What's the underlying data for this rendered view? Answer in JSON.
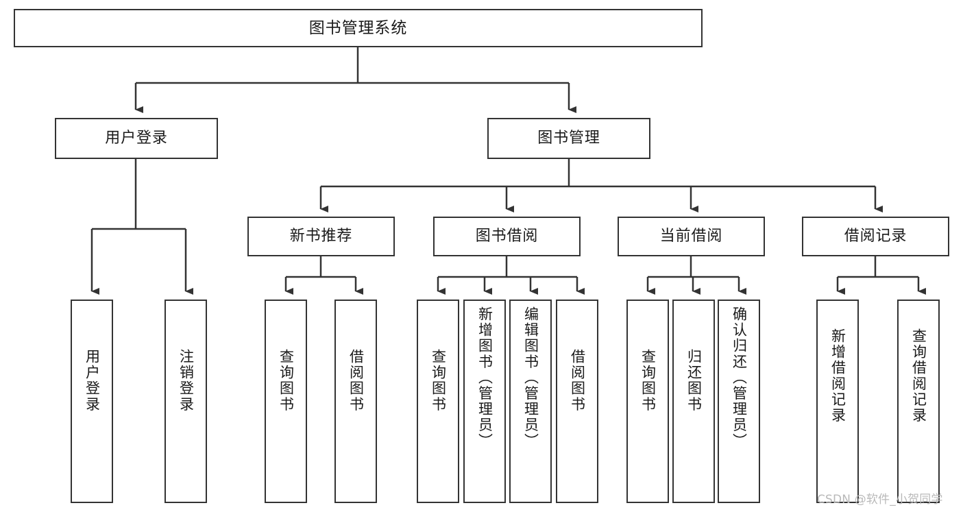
{
  "diagram": {
    "type": "hierarchy-tree",
    "title": "图书管理系统",
    "watermark": "CSDN @软件_小贺同学",
    "colors": {
      "box_border": "#333333",
      "box_fill": "#ffffff",
      "connector": "#333333",
      "text": "#1a1a1a",
      "watermark": "#b9b9b9"
    },
    "nodes": {
      "root": {
        "label": "图书管理系统",
        "orientation": "horizontal"
      },
      "level2": [
        {
          "label": "用户登录",
          "orientation": "horizontal"
        },
        {
          "label": "图书管理",
          "orientation": "horizontal"
        }
      ],
      "level3": [
        {
          "label": "新书推荐",
          "orientation": "horizontal"
        },
        {
          "label": "图书借阅",
          "orientation": "horizontal"
        },
        {
          "label": "当前借阅",
          "orientation": "horizontal"
        },
        {
          "label": "借阅记录",
          "orientation": "horizontal"
        }
      ],
      "leaves_user_login": [
        {
          "label": "用户登录",
          "orientation": "vertical"
        },
        {
          "label": "注销登录",
          "orientation": "vertical"
        }
      ],
      "leaves_new_book": [
        {
          "label": "查询图书",
          "orientation": "vertical"
        },
        {
          "label": "借阅图书",
          "orientation": "vertical"
        }
      ],
      "leaves_borrow": [
        {
          "label": "查询图书",
          "orientation": "vertical"
        },
        {
          "label": "新增图书（管理员）",
          "orientation": "vertical"
        },
        {
          "label": "编辑图书（管理员）",
          "orientation": "vertical"
        },
        {
          "label": "借阅图书",
          "orientation": "vertical"
        }
      ],
      "leaves_current": [
        {
          "label": "查询图书",
          "orientation": "vertical"
        },
        {
          "label": "归还图书",
          "orientation": "vertical"
        },
        {
          "label": "确认归还（管理员）",
          "orientation": "vertical"
        }
      ],
      "leaves_records": [
        {
          "label": "新增借阅记录",
          "orientation": "vertical"
        },
        {
          "label": "查询借阅记录",
          "orientation": "vertical"
        }
      ]
    }
  }
}
